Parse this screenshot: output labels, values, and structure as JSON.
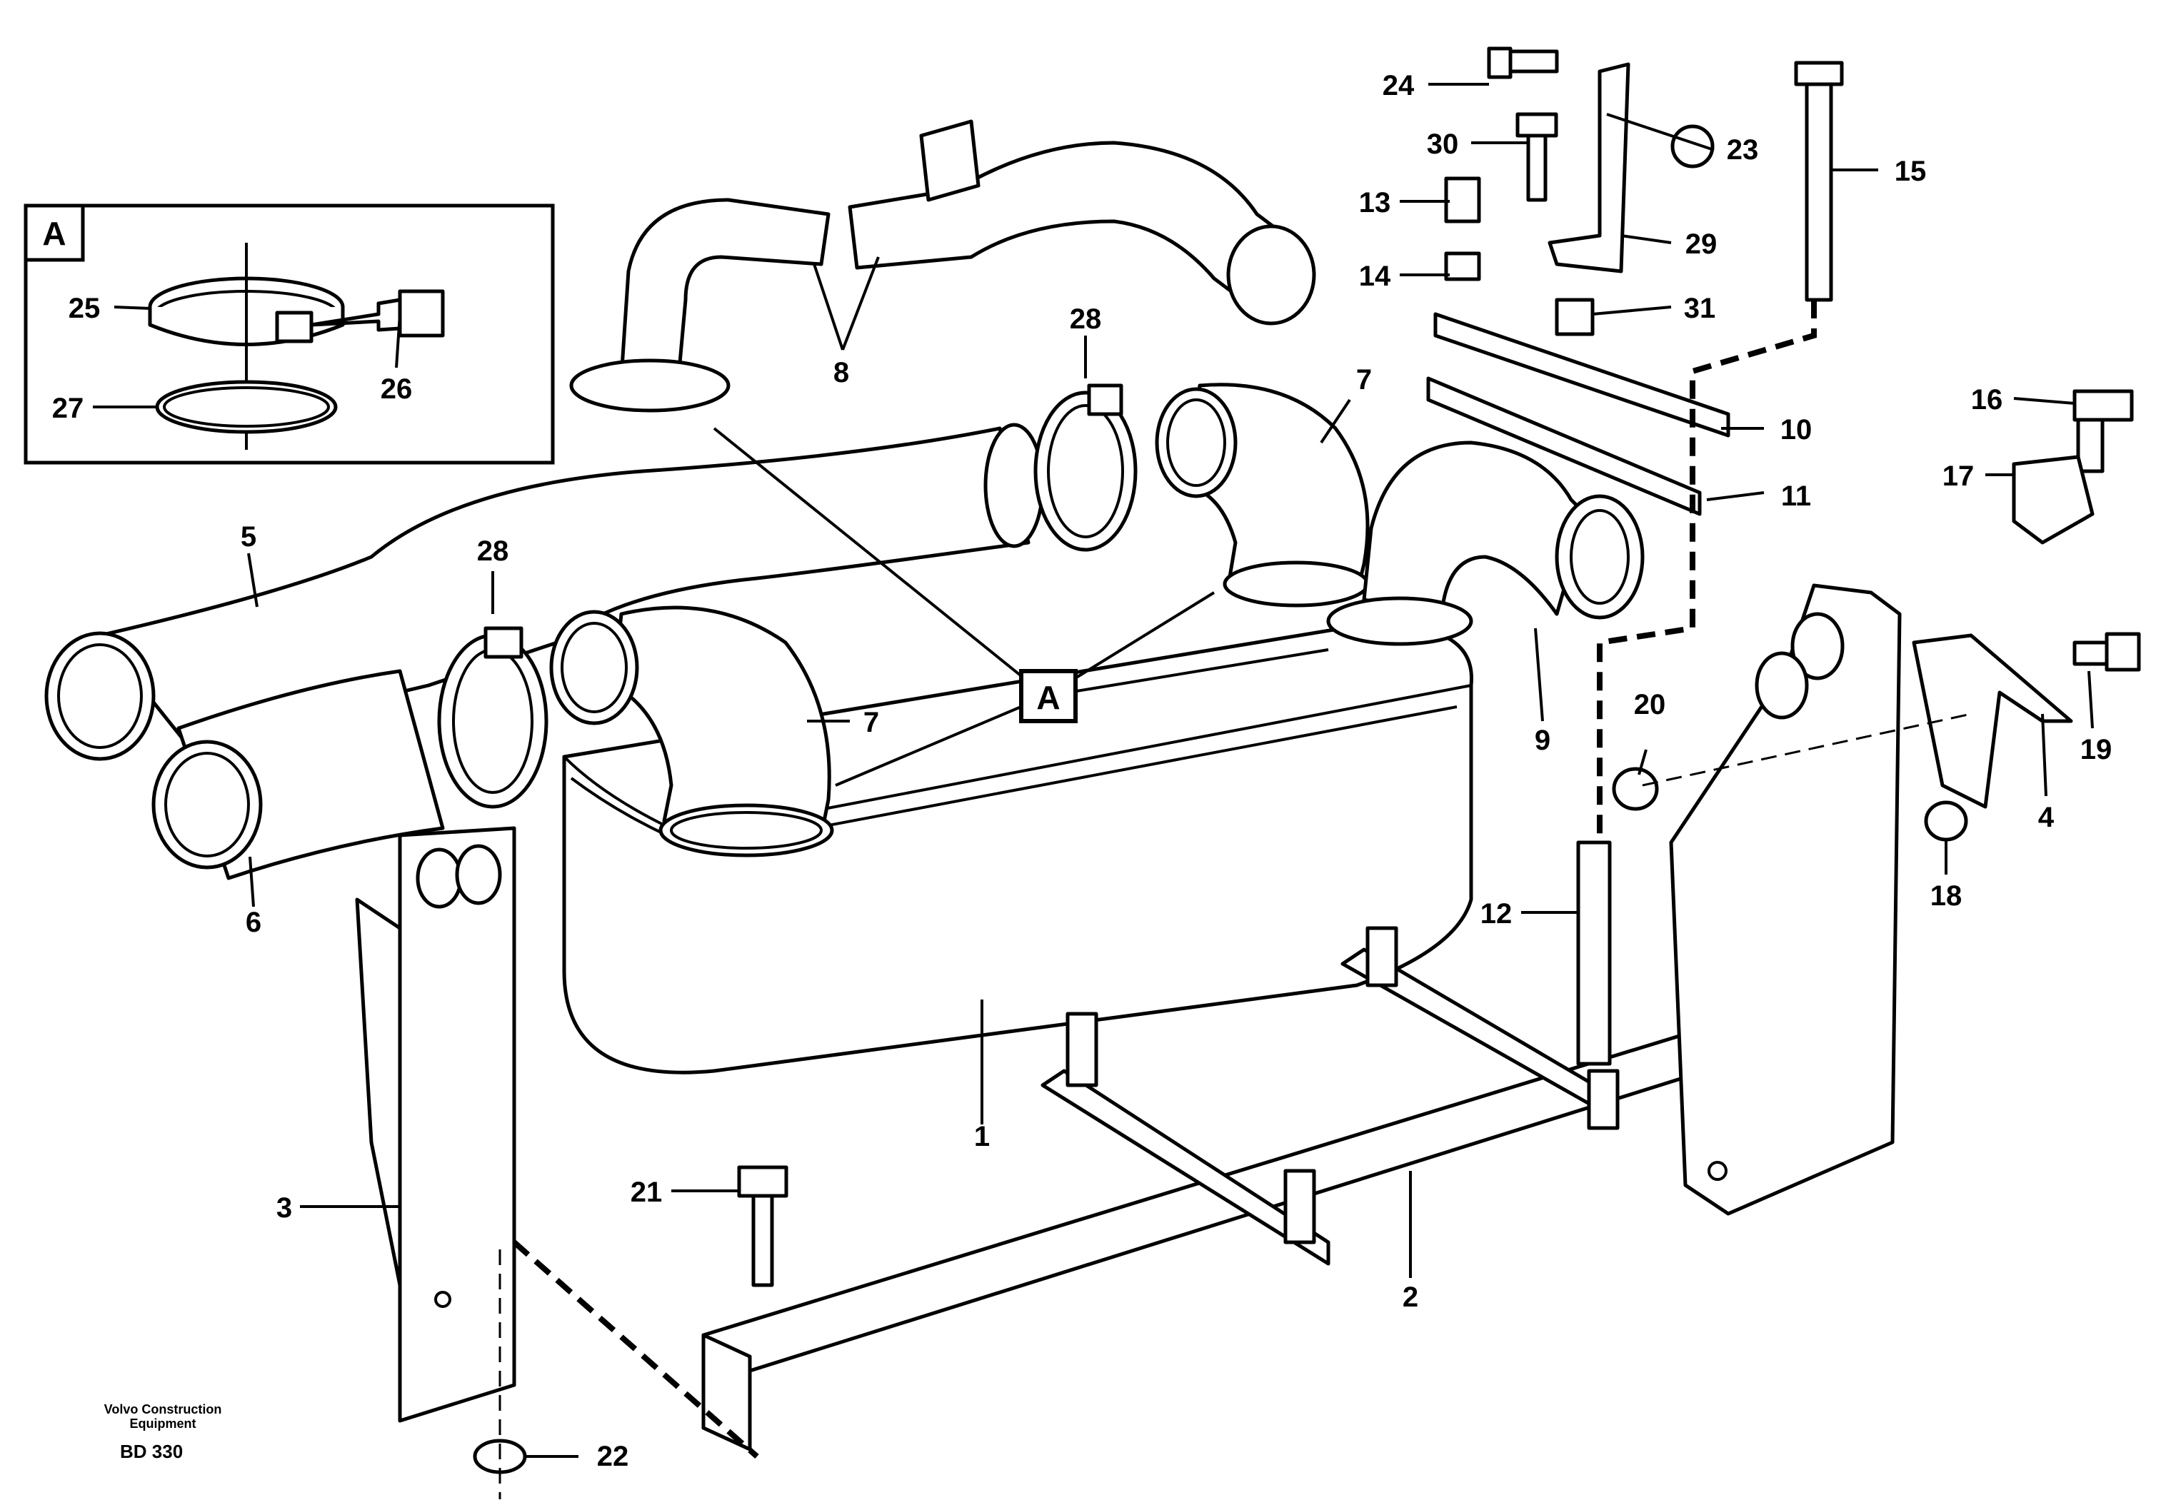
{
  "labels": {
    "n1": "1",
    "n2": "2",
    "n3": "3",
    "n4": "4",
    "n5": "5",
    "n6": "6",
    "n7a": "7",
    "n7b": "7",
    "n8": "8",
    "n9": "9",
    "n10": "10",
    "n11": "11",
    "n12": "12",
    "n13": "13",
    "n14": "14",
    "n15": "15",
    "n16": "16",
    "n17": "17",
    "n18": "18",
    "n19": "19",
    "n20": "20",
    "n21": "21",
    "n22": "22",
    "n23": "23",
    "n24": "24",
    "n25": "25",
    "n26": "26",
    "n27": "27",
    "n28a": "28",
    "n28b": "28",
    "n29": "29",
    "n30": "30",
    "n31": "31"
  },
  "detail_box_label": "A",
  "callout_label": "A",
  "footer": {
    "company_line1": "Volvo Construction",
    "company_line2": "Equipment",
    "code": "BD 330"
  }
}
